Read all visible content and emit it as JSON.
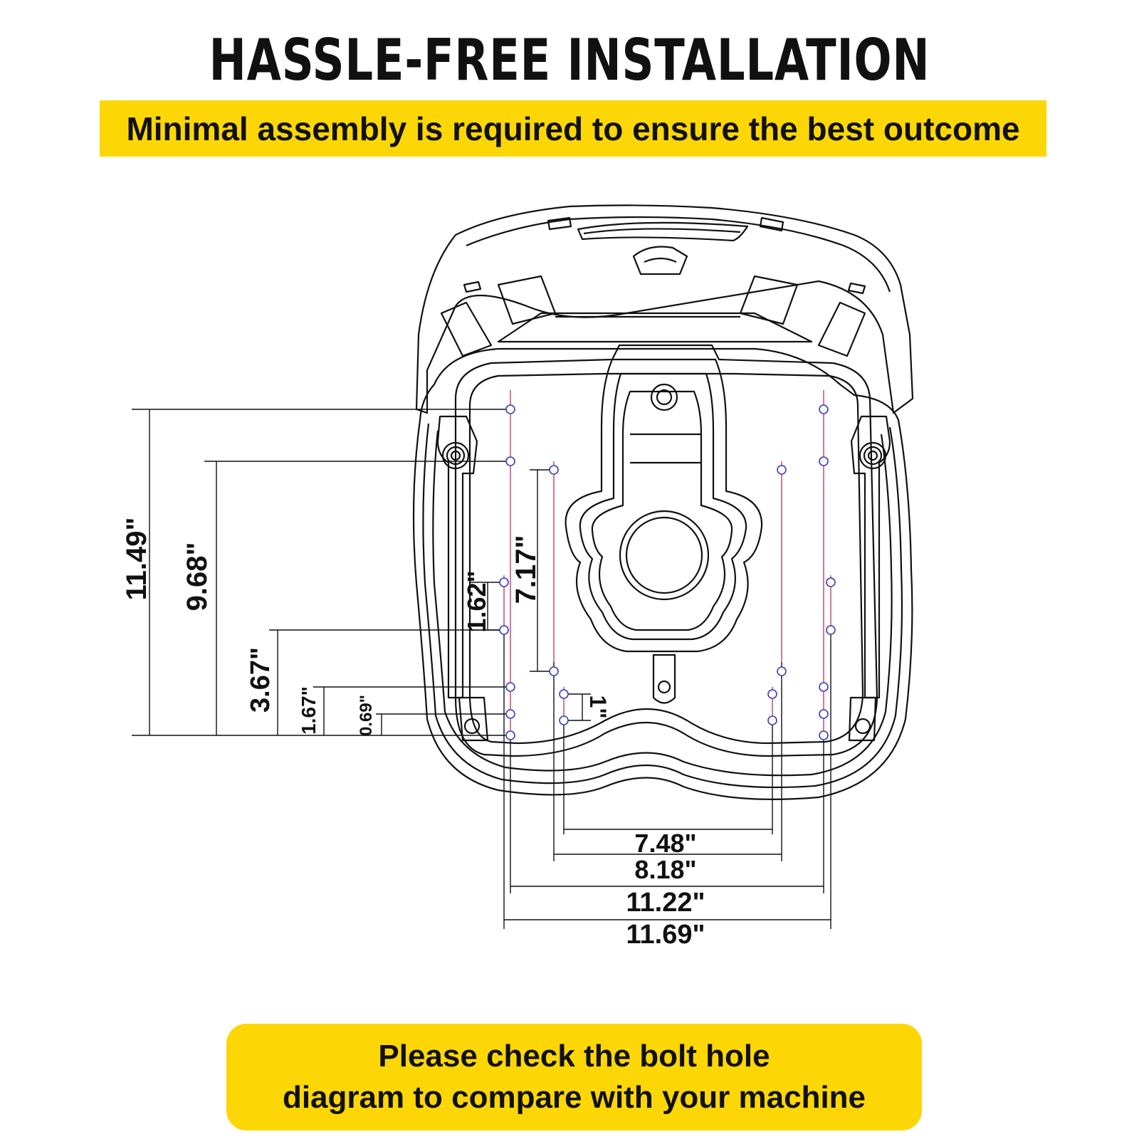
{
  "header": {
    "title": "HASSLE-FREE INSTALLATION",
    "subtitle": "Minimal assembly is required to ensure the best outcome"
  },
  "diagram": {
    "vertical_dims": {
      "d_11_49": "11.49\"",
      "d_9_68": "9.68\"",
      "d_3_67": "3.67\"",
      "d_1_67": "1.67\"",
      "d_0_69": "0.69\"",
      "d_1_62": "1.62\"",
      "d_7_17": "7.17\"",
      "d_1": "1\""
    },
    "horizontal_dims": {
      "d_7_48": "7.48\"",
      "d_8_18": "8.18\"",
      "d_11_22": "11.22\"",
      "d_11_69": "11.69\""
    }
  },
  "note": {
    "line1": "Please check the bolt hole",
    "line2": "diagram to compare with your machine"
  },
  "colors": {
    "accent_yellow": "#fcd705",
    "hole_outline": "#3b3bbf",
    "hole_axis": "#c03060"
  }
}
